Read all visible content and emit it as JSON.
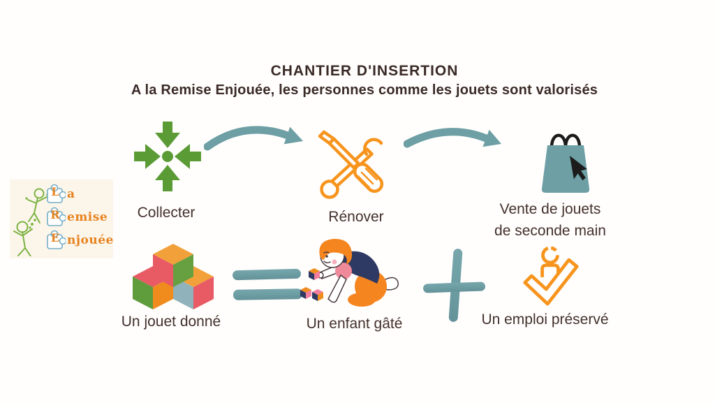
{
  "colors": {
    "accent_teal": "#6d9fa4",
    "accent_green": "#5b9b35",
    "accent_orange": "#f7941d",
    "text_brown": "#3a2a26",
    "cube_red": "#e85a64",
    "logo_orange": "#e8821d",
    "logo_blue": "#74aec7",
    "logo_cream": "#fcf5ea"
  },
  "header": {
    "title": "CHANTIER D'INSERTION",
    "subtitle": "A la Remise Enjouée, les personnes comme les jouets sont valorisés"
  },
  "process": {
    "steps": [
      {
        "label": "Collecter",
        "icon": "collect-arrows-icon"
      },
      {
        "label": "Rénover",
        "icon": "tools-icon"
      },
      {
        "label_line1": "Vente de jouets",
        "label_line2": "de seconde main",
        "icon": "shopping-bag-cursor-icon"
      }
    ],
    "connector_icon": "curved-arrow-icon"
  },
  "equation": {
    "items": [
      {
        "label": "Un jouet donné",
        "icon": "toy-blocks-icon"
      },
      {
        "operator": "="
      },
      {
        "label": "Un enfant gâté",
        "icon": "crawling-child-illustration"
      },
      {
        "operator": "+"
      },
      {
        "label": "Un emploi préservé",
        "icon": "person-check-icon"
      }
    ]
  },
  "logo": {
    "lines": [
      {
        "initial": "L",
        "rest": "a"
      },
      {
        "initial": "R",
        "rest": "emise"
      },
      {
        "initial": "E",
        "rest": "njouée"
      }
    ]
  }
}
